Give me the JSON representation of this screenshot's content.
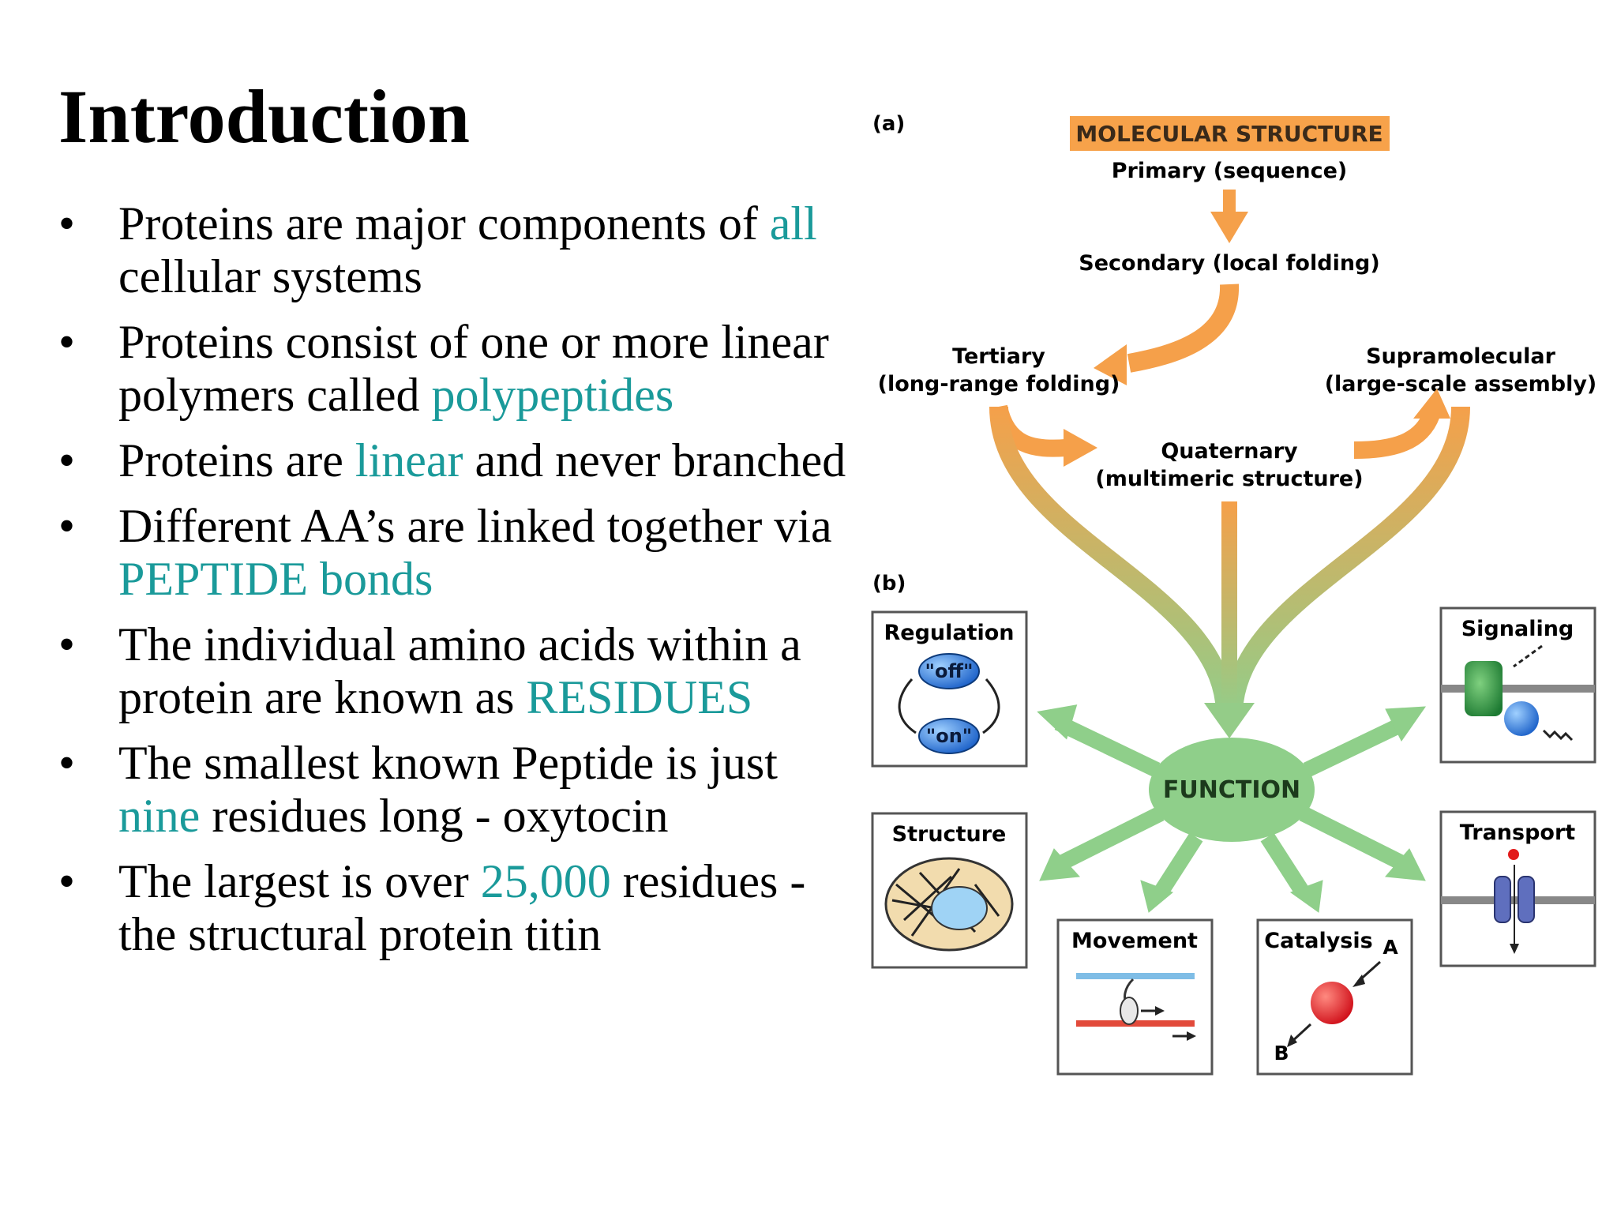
{
  "slide": {
    "title": "Introduction",
    "bullets": [
      [
        {
          "t": "Proteins are major components of "
        },
        {
          "t": "all",
          "hl": true
        },
        {
          "t": " cellular systems"
        }
      ],
      [
        {
          "t": "Proteins consist of one or more linear polymers called "
        },
        {
          "t": "polypeptides",
          "hl": true
        }
      ],
      [
        {
          "t": "Proteins are "
        },
        {
          "t": "linear",
          "hl": true
        },
        {
          "t": " and never branched"
        }
      ],
      [
        {
          "t": "Different AA’s are linked together via "
        },
        {
          "t": "PEPTIDE bonds",
          "hl": true
        }
      ],
      [
        {
          "t": "The individual amino acids within a protein are known as "
        },
        {
          "t": "RESIDUES",
          "hl": true
        }
      ],
      [
        {
          "t": "The smallest known Peptide is just "
        },
        {
          "t": "nine",
          "hl": true
        },
        {
          "t": " residues long - oxytocin"
        }
      ],
      [
        {
          "t": "The largest is over "
        },
        {
          "t": "25,000",
          "hl": true
        },
        {
          "t": " residues - the structural protein titin"
        }
      ]
    ],
    "bullet_symbol": "•"
  },
  "figure": {
    "panel_a_label": "(a)",
    "panel_b_label": "(b)",
    "header": "MOLECULAR STRUCTURE",
    "primary": "Primary (sequence)",
    "secondary": "Secondary (local folding)",
    "tertiary_1": "Tertiary",
    "tertiary_2": "(long-range folding)",
    "supramolecular_1": "Supramolecular",
    "supramolecular_2": "(large-scale assembly)",
    "quaternary_1": "Quaternary",
    "quaternary_2": "(multimeric structure)",
    "function": "FUNCTION",
    "regulation": "Regulation",
    "off": "\"off\"",
    "on": "\"on\"",
    "signaling": "Signaling",
    "structure": "Structure",
    "transport": "Transport",
    "movement": "Movement",
    "catalysis": "Catalysis",
    "catalysis_a": "A",
    "catalysis_b": "B"
  },
  "colors": {
    "highlight": "#1a9a9a",
    "header_orange": "#f7a24a",
    "arrow_orange": "#f5a04a",
    "function_green": "#8fcf8a"
  }
}
